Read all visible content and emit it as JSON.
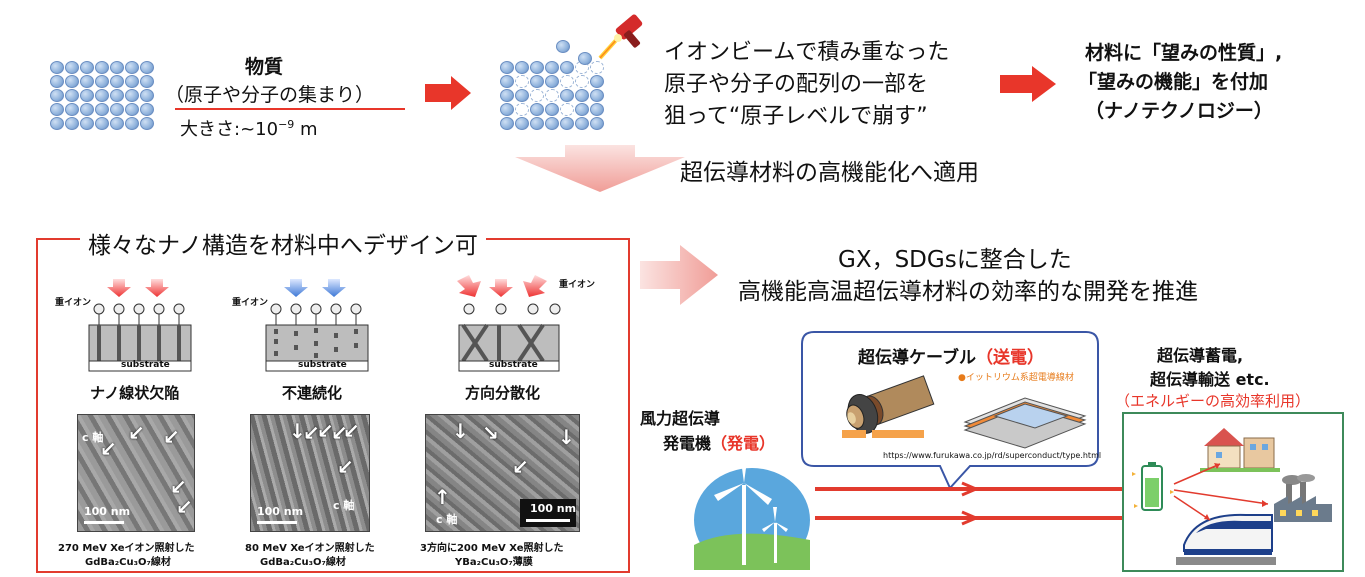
{
  "top": {
    "substance_title": "物質",
    "substance_desc": "（原子や分子の集まり）",
    "size_label": "大きさ:~10",
    "size_exp": "−9",
    "size_unit": " m",
    "ion_text_1": "イオンビームで積み重なった",
    "ion_text_2": "原子や分子の配列の一部を",
    "ion_text_3": "狙って“原子レベルで崩す”",
    "result_1": "材料に「望みの性質」,",
    "result_2": "「望みの機能」を付加",
    "result_3": "（ナノテクノロジー）",
    "apply_text": "超伝導材料の高機能化へ適用"
  },
  "panel": {
    "title": "様々なナノ構造を材料中へデザイン可",
    "heavy_ion": "重イオン",
    "substrate": "substrate",
    "items": [
      {
        "label": "ナノ線状欠陥",
        "cap1": "270 MeV Xeイオン照射した",
        "cap2": "GdBa₂Cu₃O₇線材",
        "scale": "100 nm",
        "axis": "c 軸"
      },
      {
        "label": "不連続化",
        "cap1": "80 MeV Xeイオン照射した",
        "cap2": "GdBa₂Cu₃O₇線材",
        "scale": "100 nm",
        "axis": "c 軸"
      },
      {
        "label": "方向分散化",
        "cap1": "3方向に200 MeV Xe照射した",
        "cap2": "YBa₂Cu₃O₇薄膜",
        "scale": "100 nm",
        "axis": "c 軸"
      }
    ]
  },
  "right": {
    "gx_1": "GX，SDGsに整合した",
    "gx_2": "高機能高温超伝導材料の効率的な開発を推進",
    "cable_title": "超伝導ケーブル",
    "cable_paren": "（送電）",
    "cable_url": "https://www.furukawa.co.jp/rd/superconduct/type.html",
    "yttrium": "●イットリウム系超電導線材",
    "wind_1": "風力超伝導",
    "wind_2": "発電機",
    "wind_paren": "（発電）",
    "storage_1": "超伝導蓄電,",
    "storage_2": "超伝導輸送 etc.",
    "storage_paren": "（エネルギーの高効率利用）"
  },
  "colors": {
    "accent_red": "#e8362a",
    "panel_border": "#e23b2e",
    "green_border": "#3d8a5a",
    "callout_border": "#3a56a6"
  }
}
